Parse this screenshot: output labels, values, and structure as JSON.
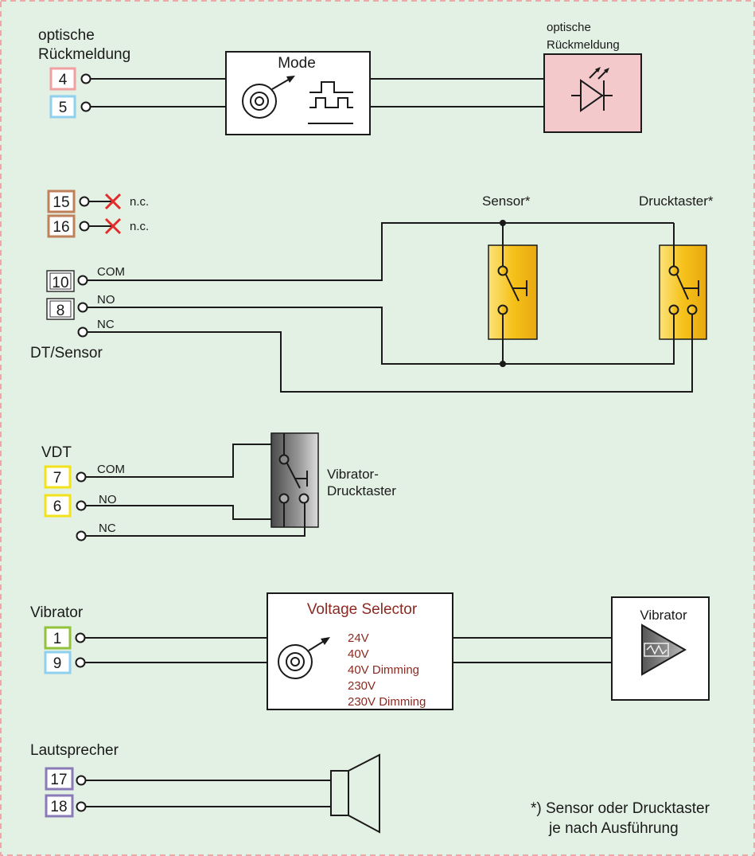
{
  "colors": {
    "background": "#e3f1e4",
    "border": "#f2a6a6",
    "term_pink": "#f0a0a0",
    "term_blue": "#8fd0ee",
    "term_brown": "#c0805a",
    "term_yellow": "#f2e21a",
    "term_green": "#90c23a",
    "term_purple": "#8a7ab8",
    "led_box": "#f3c9cc",
    "switch_yellow": "#f6c21a",
    "switch_gray": "#777777",
    "text_red": "#8a2a22",
    "nc_cross": "#e22b2b"
  },
  "section_optisch": {
    "label_line1": "optische",
    "label_line2": "Rückmeldung",
    "term_a": "4",
    "term_b": "5",
    "mode_label": "Mode",
    "led_label_line1": "optische",
    "led_label_line2": "Rückmeldung"
  },
  "section_dt": {
    "term_15": "15",
    "term_16": "16",
    "nc_15": "n.c.",
    "nc_16": "n.c.",
    "term_com": "10",
    "term_no": "8",
    "com_label": "COM",
    "no_label": "NO",
    "nc_label": "NC",
    "section_label": "DT/Sensor",
    "sensor_label": "Sensor*",
    "drucktaster_label": "Drucktaster*"
  },
  "section_vdt": {
    "label": "VDT",
    "term_com": "7",
    "term_no": "6",
    "com_label": "COM",
    "no_label": "NO",
    "nc_label": "NC",
    "switch_label_line1": "Vibrator-",
    "switch_label_line2": "Drucktaster"
  },
  "section_vibrator": {
    "label": "Vibrator",
    "term_a": "1",
    "term_b": "9",
    "selector_title": "Voltage Selector",
    "options": [
      "24V",
      "40V",
      "40V Dimming",
      "230V",
      "230V Dimming"
    ],
    "device_label": "Vibrator"
  },
  "section_speaker": {
    "label": "Lautsprecher",
    "term_a": "17",
    "term_b": "18"
  },
  "footnote": {
    "line1": "*) Sensor oder Drucktaster",
    "line2": "je nach Ausführung"
  }
}
